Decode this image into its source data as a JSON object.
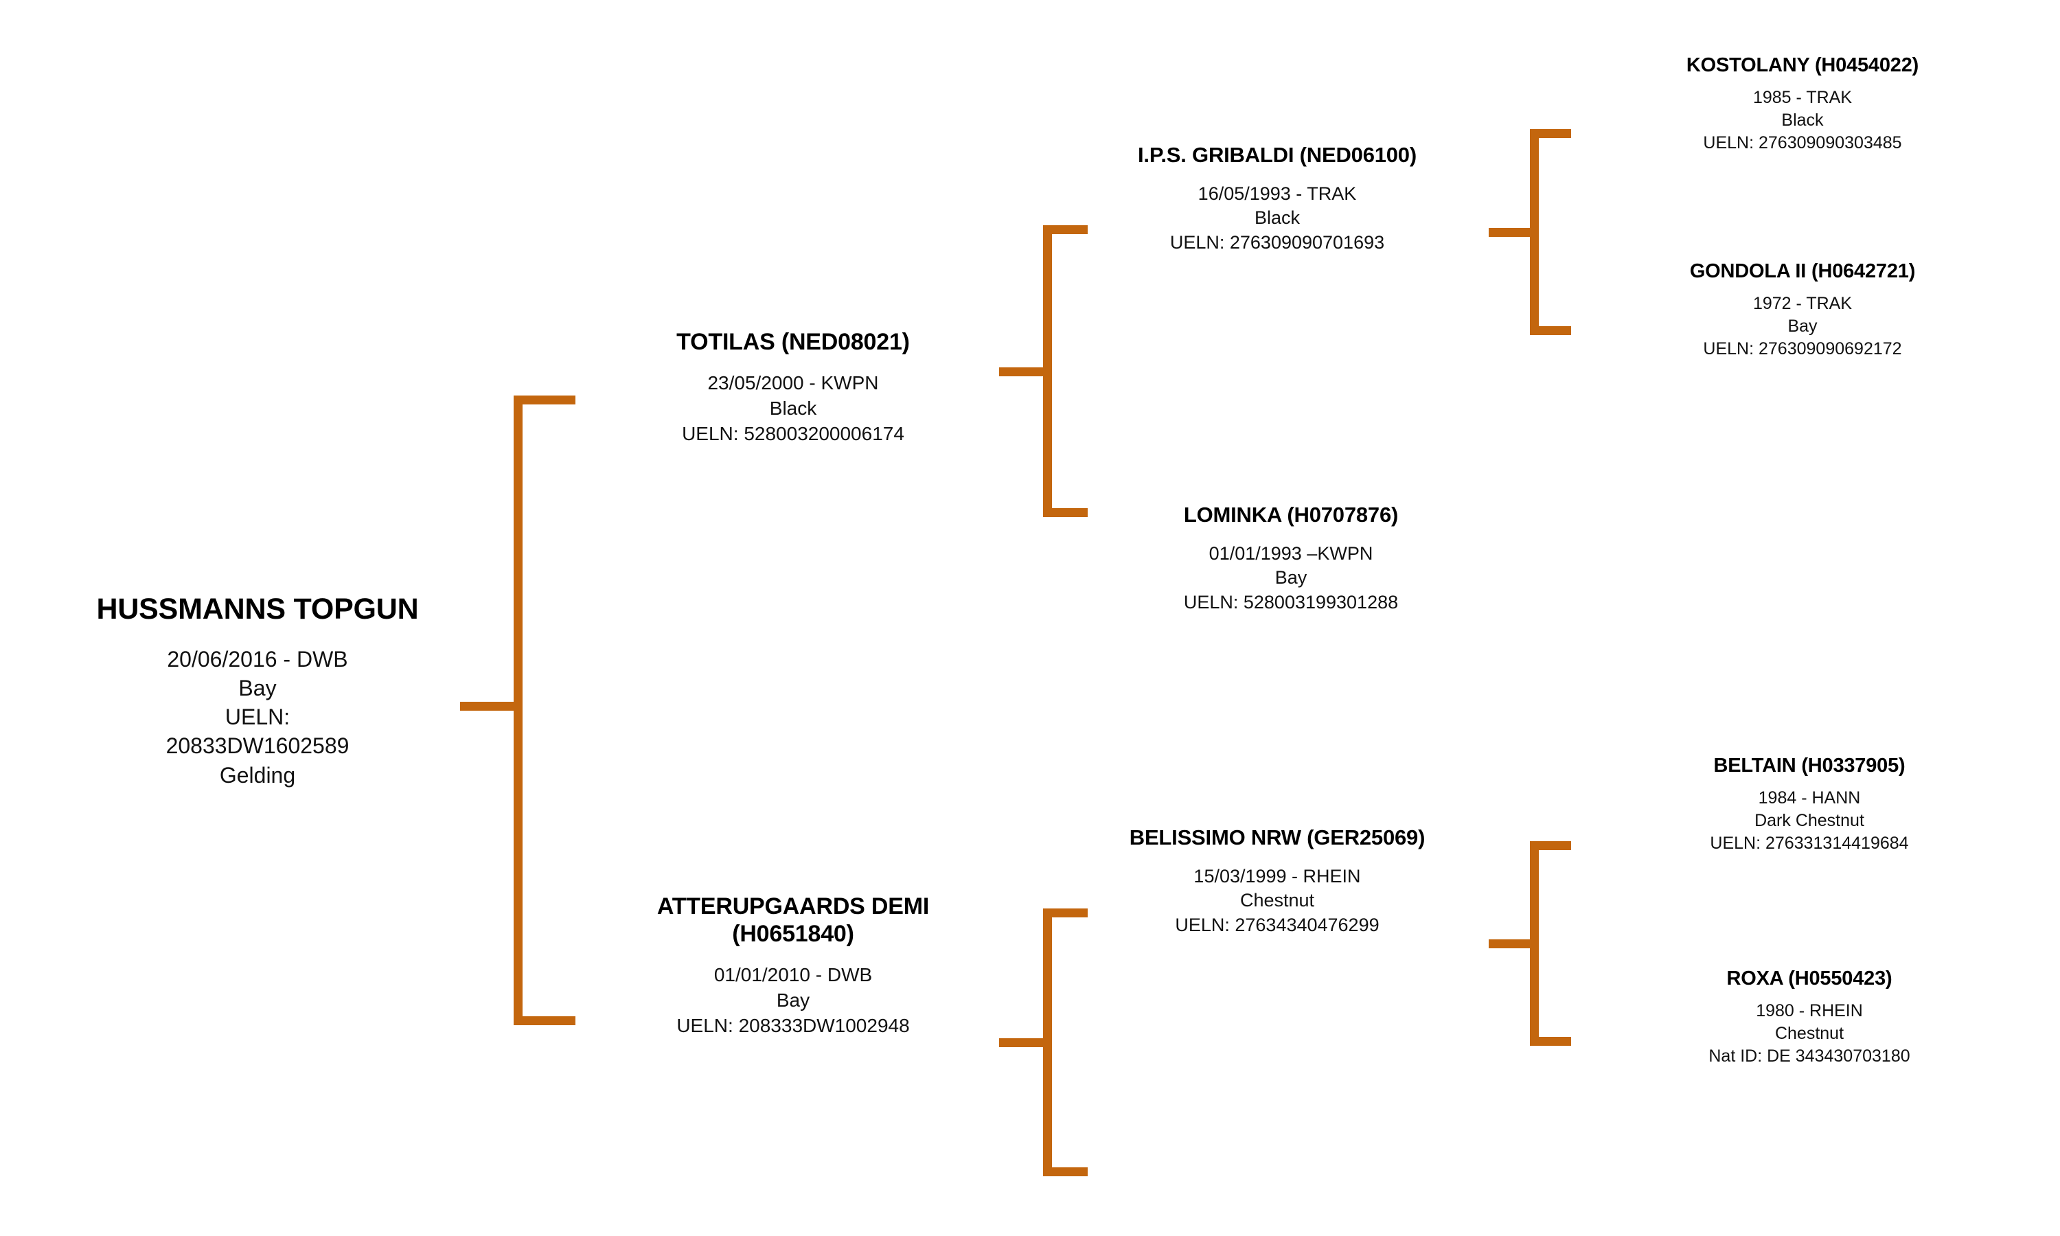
{
  "chart": {
    "title": "HUSSMANNS TOPGUN",
    "type": "pedigree",
    "accent_color": "#c3660e",
    "background_color": "#ffffff",
    "text_color": "#000000",
    "generations": 4
  },
  "nodes": {
    "subject": {
      "name": "HUSSMANNS TOPGUN",
      "details": "20/06/2016 - DWB\nBay\nUELN:\n20833DW1602589\nGelding",
      "birth": "20/06/2016",
      "registry": "DWB",
      "color": "Bay",
      "id_label": "UELN:",
      "id_value": "20833DW1602589",
      "sex": "Gelding",
      "generation": 0,
      "role": "subject"
    },
    "sire": {
      "name": "TOTILAS (NED08021)",
      "details": "23/05/2000 - KWPN\nBlack\nUELN: 528003200006174",
      "birth": "23/05/2000",
      "registry": "KWPN",
      "color": "Black",
      "id_label": "UELN:",
      "id_value": "528003200006174",
      "generation": 1,
      "role": "sire"
    },
    "dam": {
      "name": "ATTERUPGAARDS DEMI\n(H0651840)",
      "details": "01/01/2010 - DWB\nBay\nUELN: 208333DW1002948",
      "birth": "01/01/2010",
      "registry": "DWB",
      "color": "Bay",
      "id_label": "UELN:",
      "id_value": "208333DW1002948",
      "generation": 1,
      "role": "dam"
    },
    "sire_sire": {
      "name": "I.P.S. GRIBALDI (NED06100)",
      "details": "16/05/1993 - TRAK\nBlack\nUELN: 276309090701693",
      "birth": "16/05/1993",
      "registry": "TRAK",
      "color": "Black",
      "id_label": "UELN:",
      "id_value": "276309090701693",
      "generation": 2,
      "role": "sire-of-sire"
    },
    "sire_dam": {
      "name": "LOMINKA (H0707876)",
      "details": "01/01/1993  –KWPN\nBay\nUELN: 528003199301288",
      "birth": "01/01/1993",
      "registry": "KWPN",
      "color": "Bay",
      "id_label": "UELN:",
      "id_value": "528003199301288",
      "generation": 2,
      "role": "dam-of-sire"
    },
    "dam_sire": {
      "name": "BELISSIMO NRW (GER25069)",
      "details": "15/03/1999 - RHEIN\nChestnut\nUELN: 27634340476299",
      "birth": "15/03/1999",
      "registry": "RHEIN",
      "color": "Chestnut",
      "id_label": "UELN:",
      "id_value": "27634340476299",
      "generation": 2,
      "role": "sire-of-dam"
    },
    "sire_sire_sire": {
      "name": "KOSTOLANY (H0454022)",
      "details": "1985 - TRAK\nBlack\nUELN: 276309090303485",
      "birth": "1985",
      "registry": "TRAK",
      "color": "Black",
      "id_label": "UELN:",
      "id_value": "276309090303485",
      "generation": 3,
      "role": "sire-of-sire-of-sire"
    },
    "sire_sire_dam": {
      "name": "GONDOLA II (H0642721)",
      "details": "1972 - TRAK\nBay\nUELN: 276309090692172",
      "birth": "1972",
      "registry": "TRAK",
      "color": "Bay",
      "id_label": "UELN:",
      "id_value": "276309090692172",
      "generation": 3,
      "role": "dam-of-sire-of-sire"
    },
    "dam_sire_sire": {
      "name": "BELTAIN (H0337905)",
      "details": "1984 - HANN\nDark Chestnut\nUELN: 276331314419684",
      "birth": "1984",
      "registry": "HANN",
      "color": "Dark Chestnut",
      "id_label": "UELN:",
      "id_value": "276331314419684",
      "generation": 3,
      "role": "sire-of-sire-of-dam"
    },
    "dam_sire_dam": {
      "name": "ROXA (H0550423)",
      "details": "1980 - RHEIN\nChestnut\nNat ID: DE 343430703180",
      "birth": "1980",
      "registry": "RHEIN",
      "color": "Chestnut",
      "id_label": "Nat ID:",
      "id_value": "DE 343430703180",
      "generation": 3,
      "role": "dam-of-sire-of-dam"
    }
  }
}
